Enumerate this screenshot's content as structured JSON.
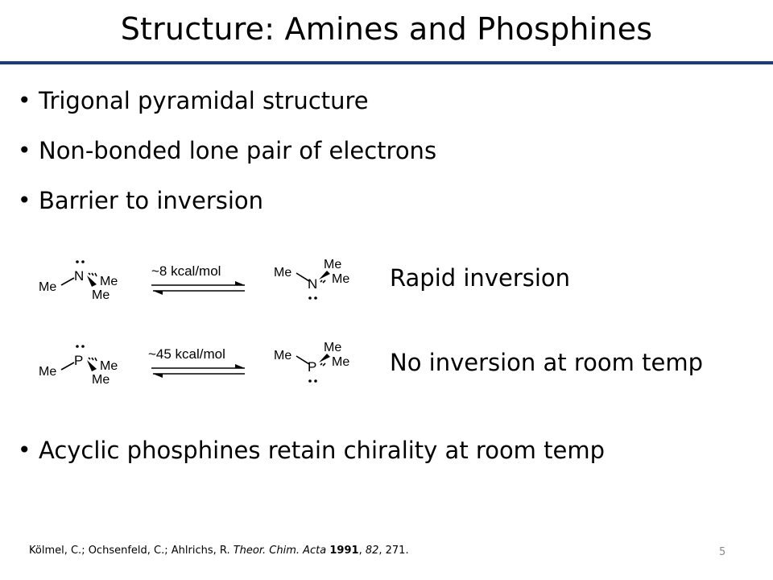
{
  "slide": {
    "title": "Structure: Amines and Phosphines",
    "bullets": [
      "Trigonal pyramidal structure",
      "Non-bonded lone pair of electrons",
      "Barrier to inversion"
    ],
    "bullet_last": "Acyclic phosphines retain chirality at room temp",
    "page_number": "5",
    "accent_color": "#1f3b73"
  },
  "scheme": {
    "amine": {
      "atom": "N",
      "substituent": "Me",
      "barrier": "~8 kcal/mol",
      "result": "Rapid inversion"
    },
    "phosphine": {
      "atom": "P",
      "substituent": "Me",
      "barrier": "~45 kcal/mol",
      "result": "No inversion at room temp"
    }
  },
  "citation": {
    "authors": "Kölmel, C.; Ochsenfeld, C.; Ahlrichs, R. ",
    "journal": "Theor. Chim. Acta",
    "year": "1991",
    "volume": "82",
    "pages": ", 271."
  }
}
